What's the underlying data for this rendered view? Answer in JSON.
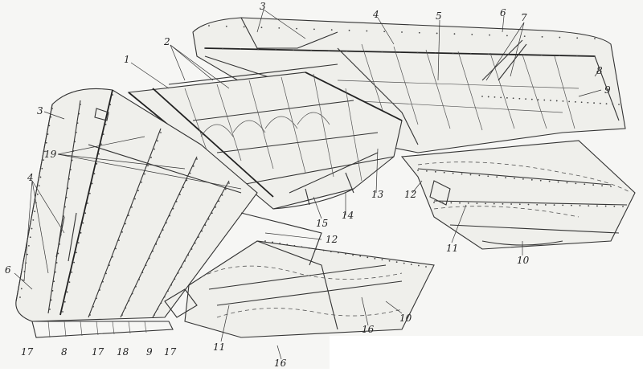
{
  "callouts": [
    {
      "id": "c1",
      "text": "1"
    },
    {
      "id": "c2",
      "text": "2"
    },
    {
      "id": "c3a",
      "text": "3"
    },
    {
      "id": "c3b",
      "text": "3"
    },
    {
      "id": "c4a",
      "text": "4"
    },
    {
      "id": "c4b",
      "text": "4"
    },
    {
      "id": "c5",
      "text": "5"
    },
    {
      "id": "c6a",
      "text": "6"
    },
    {
      "id": "c6b",
      "text": "6"
    },
    {
      "id": "c7",
      "text": "7"
    },
    {
      "id": "c8a",
      "text": "8"
    },
    {
      "id": "c8b",
      "text": "8"
    },
    {
      "id": "c9a",
      "text": "9"
    },
    {
      "id": "c9b",
      "text": "9"
    },
    {
      "id": "c10a",
      "text": "10"
    },
    {
      "id": "c10b",
      "text": "10"
    },
    {
      "id": "c11a",
      "text": "11"
    },
    {
      "id": "c11b",
      "text": "11"
    },
    {
      "id": "c12a",
      "text": "12"
    },
    {
      "id": "c12b",
      "text": "12"
    },
    {
      "id": "c13",
      "text": "13"
    },
    {
      "id": "c14",
      "text": "14"
    },
    {
      "id": "c15",
      "text": "15"
    },
    {
      "id": "c16a",
      "text": "16"
    },
    {
      "id": "c16b",
      "text": "16"
    },
    {
      "id": "c17a",
      "text": "17"
    },
    {
      "id": "c17b",
      "text": "17"
    },
    {
      "id": "c17c",
      "text": "17"
    },
    {
      "id": "c18",
      "text": "18"
    },
    {
      "id": "c19",
      "text": "19"
    }
  ]
}
